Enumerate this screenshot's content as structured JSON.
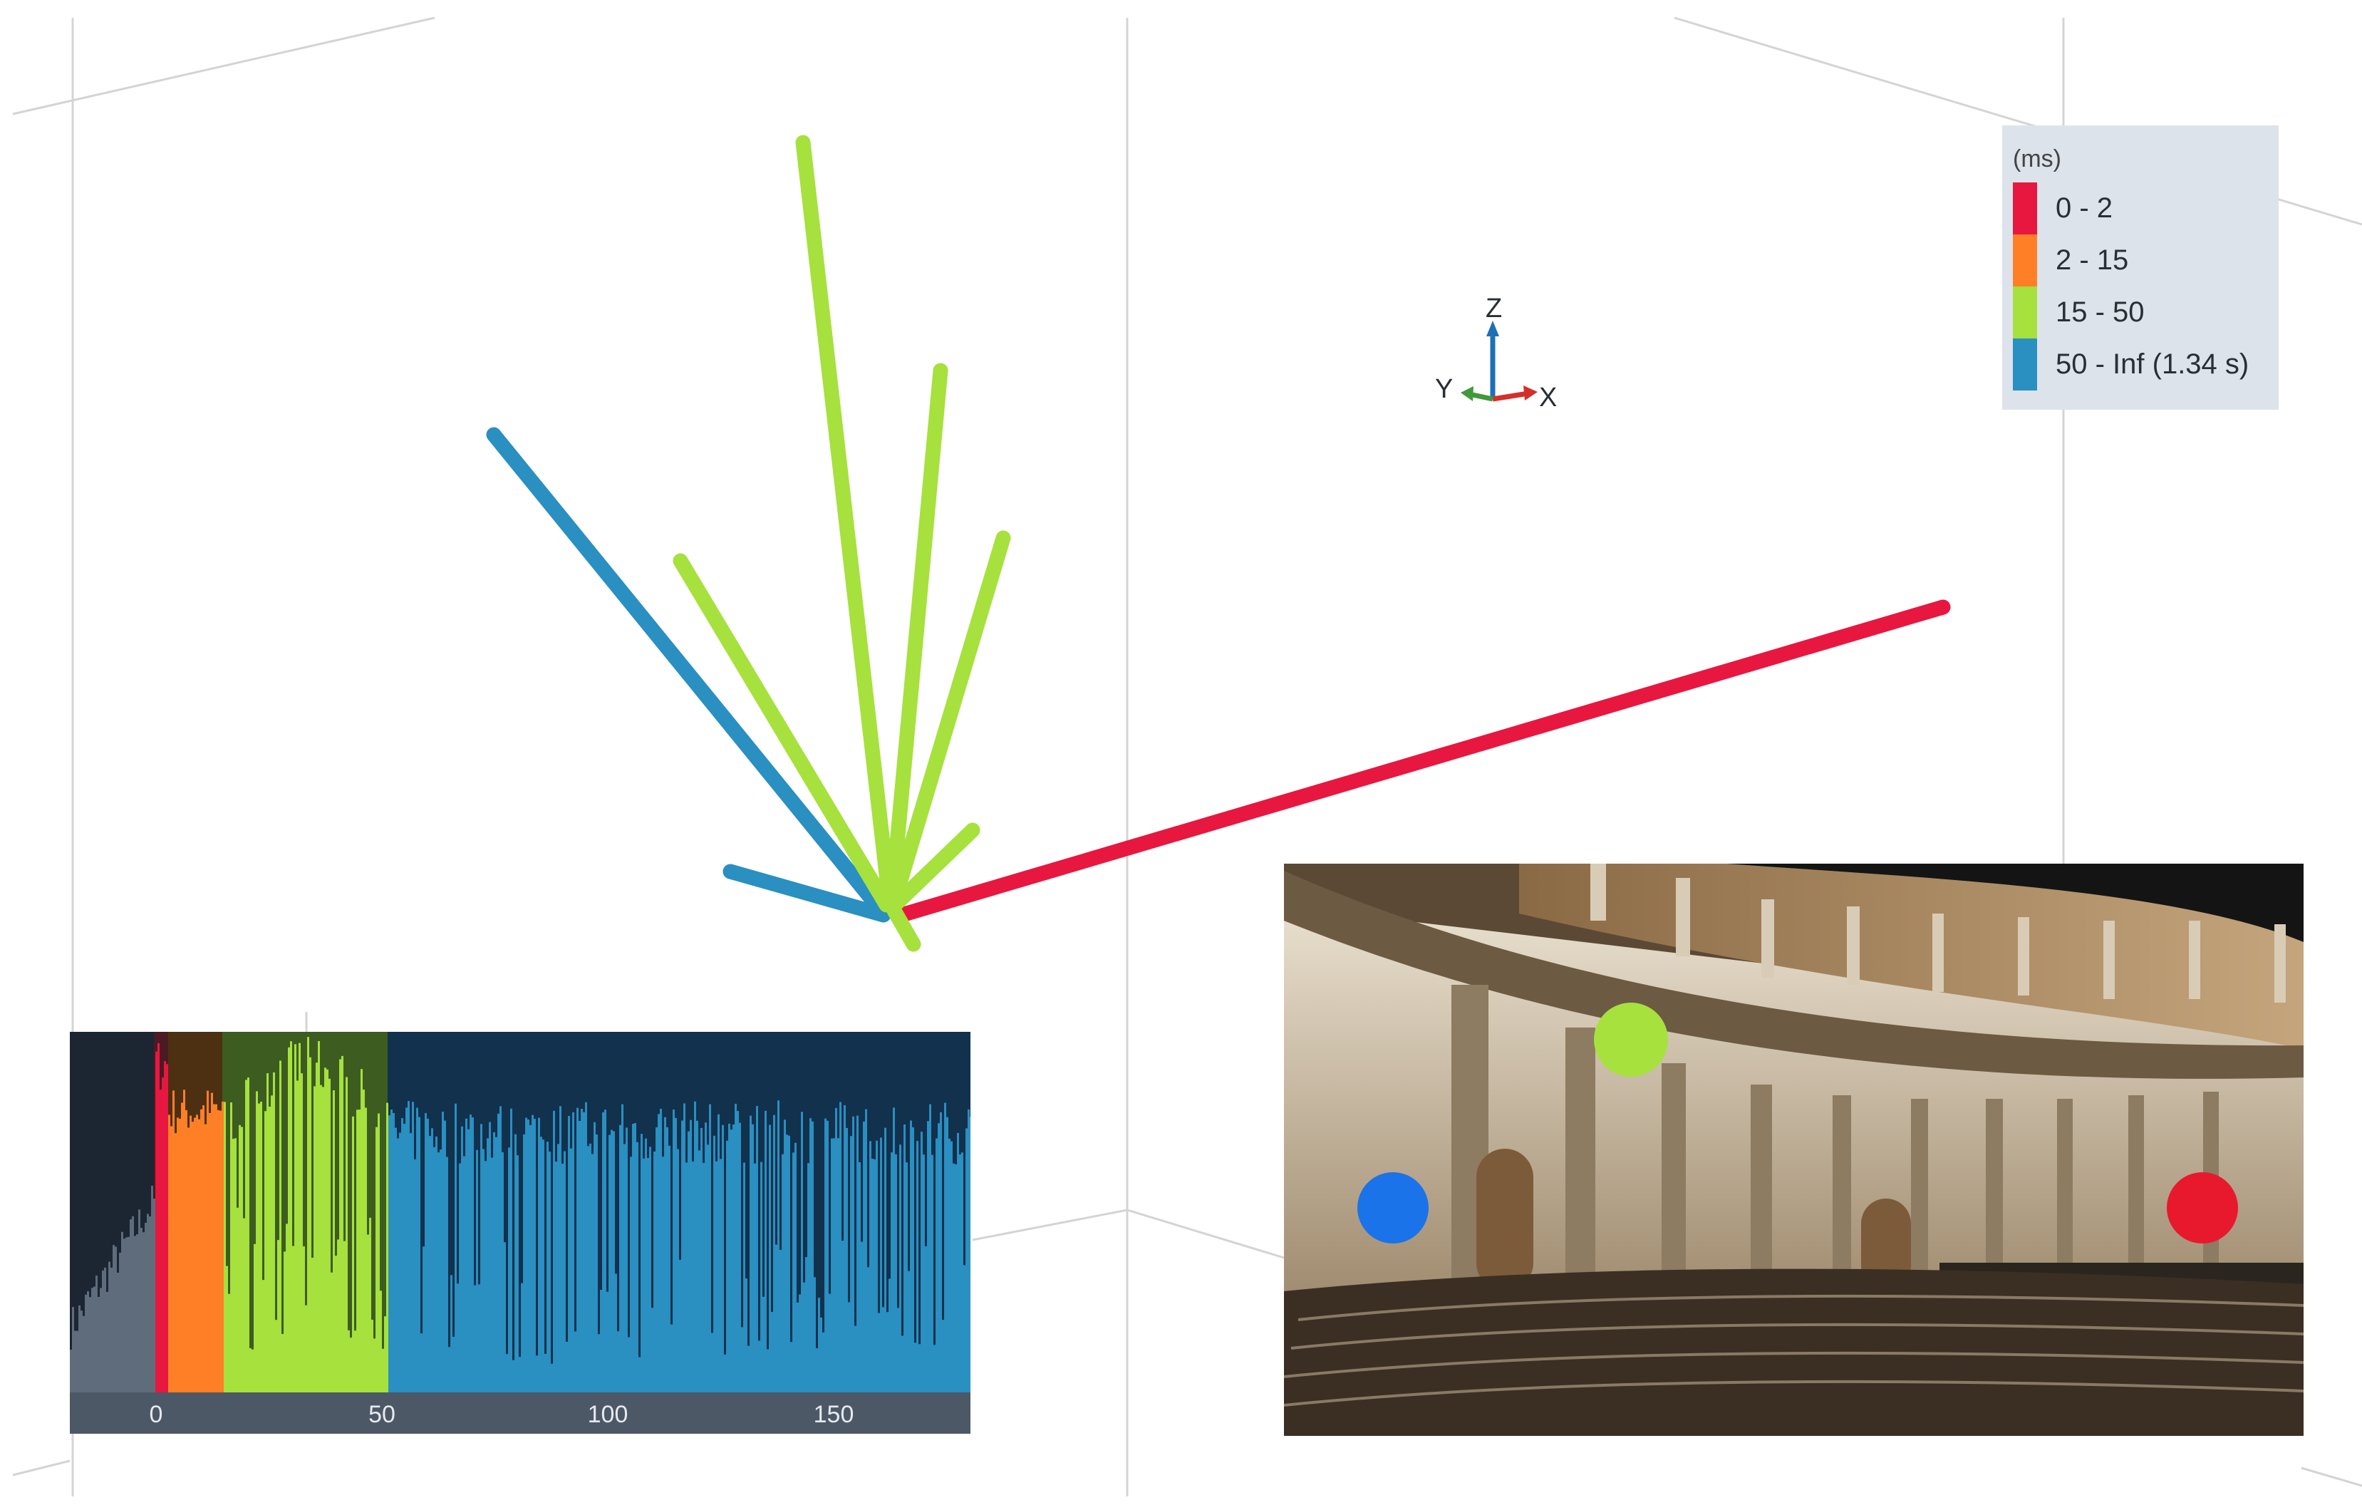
{
  "legend": {
    "unit": "(ms)",
    "items": [
      {
        "label": "0 - 2",
        "color": "#e8173f"
      },
      {
        "label": "2 - 15",
        "color": "#ff7f27"
      },
      {
        "label": "15 - 50",
        "color": "#a6e13d"
      },
      {
        "label": "50 - Inf (1.34 s)",
        "color": "#2a8fc1"
      }
    ]
  },
  "axis_triad": {
    "z_label": "Z",
    "y_label": "Y",
    "x_label": "X"
  },
  "histogram": {
    "ticks": [
      "0",
      "50",
      "100",
      "150"
    ]
  },
  "photo_markers": [
    {
      "name": "blue",
      "color": "#1a73e8"
    },
    {
      "name": "green",
      "color": "#a6e13d"
    },
    {
      "name": "red",
      "color": "#e8192c"
    }
  ]
}
